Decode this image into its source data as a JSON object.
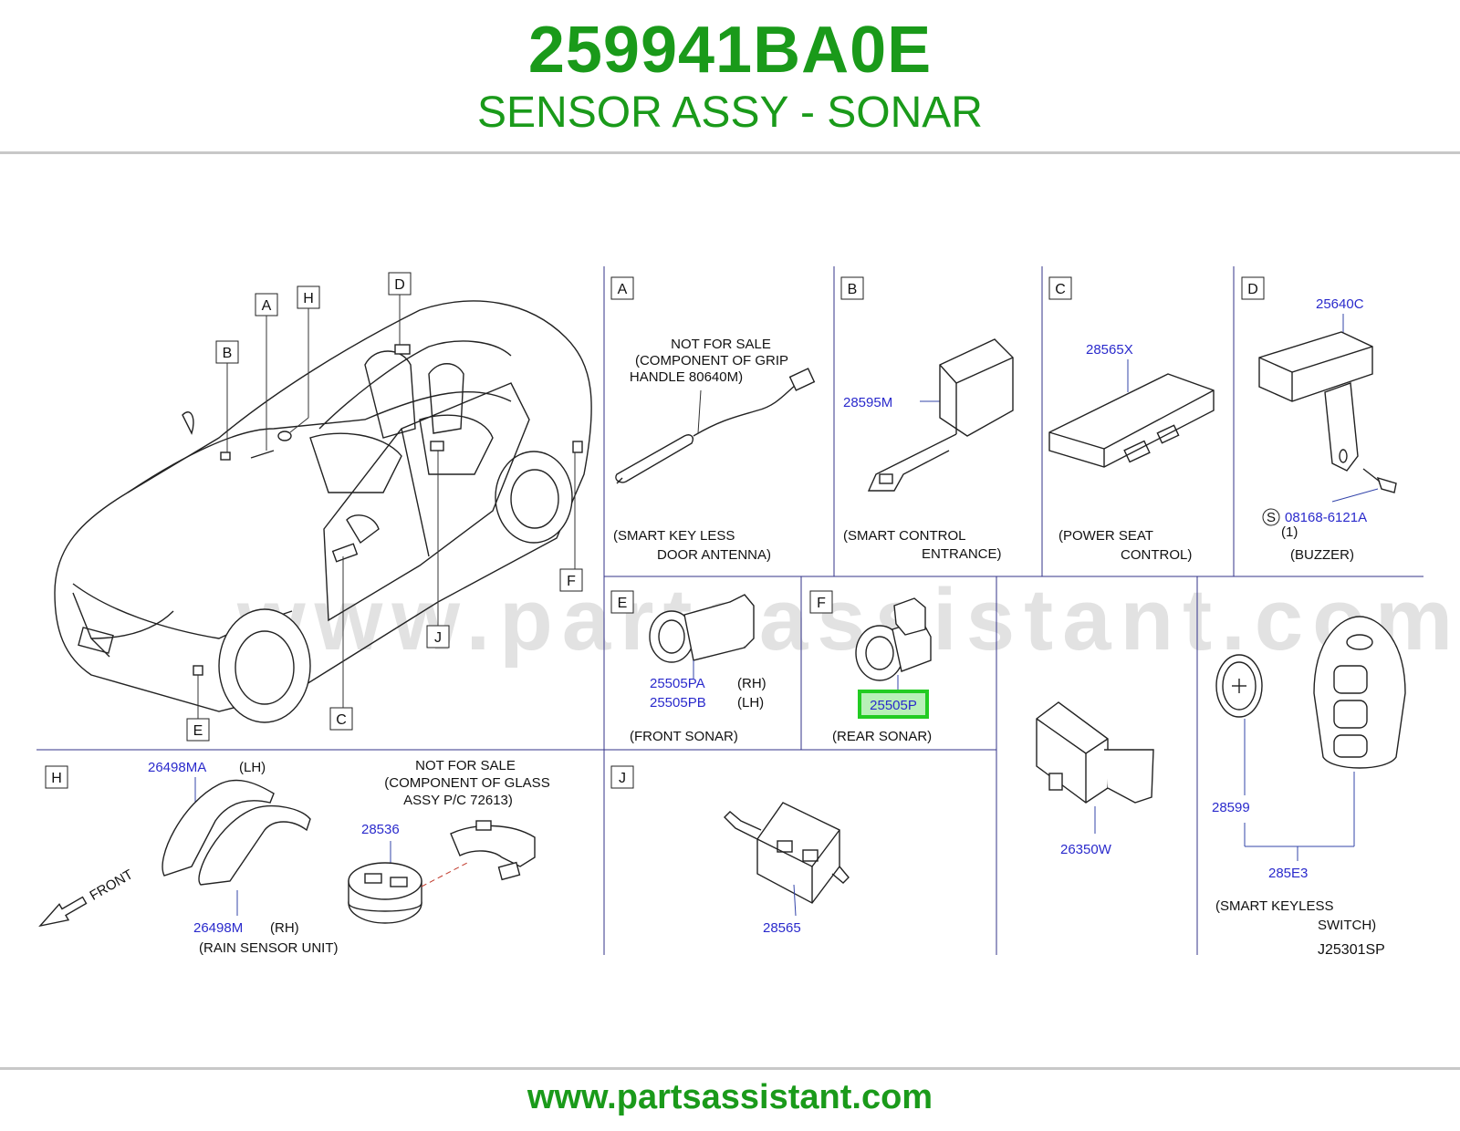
{
  "header": {
    "part_number": "259941BA0E",
    "part_name": "SENSOR ASSY - SONAR"
  },
  "footer": {
    "url": "www.partsassistant.com"
  },
  "watermark": "www.partsassistant.com",
  "overview": {
    "callouts": [
      "A",
      "H",
      "D",
      "B",
      "F",
      "J",
      "C",
      "E"
    ]
  },
  "panels": {
    "a": {
      "letter": "A",
      "note": [
        "NOT  FOR  SALE",
        "(COMPONENT  OF  GRIP",
        "HANDLE  80640M)"
      ],
      "caption": [
        "(SMART  KEY  LESS",
        "DOOR  ANTENNA)"
      ]
    },
    "b": {
      "letter": "B",
      "part": "28595M",
      "caption": [
        "(SMART   CONTROL",
        "ENTRANCE)"
      ]
    },
    "c": {
      "letter": "C",
      "part": "28565X",
      "caption": [
        "(POWER   SEAT",
        "CONTROL)"
      ]
    },
    "d": {
      "letter": "D",
      "part": "25640C",
      "screw_symbol": "S",
      "screw_part": "08168-6121A",
      "screw_qty": "(1)",
      "caption": "(BUZZER)"
    },
    "e": {
      "letter": "E",
      "part_rh": "25505PA",
      "side_rh": "(RH)",
      "part_lh": "25505PB",
      "side_lh": "(LH)",
      "caption": "(FRONT   SONAR)"
    },
    "f": {
      "letter": "F",
      "part": "25505P",
      "caption": "(REAR   SONAR)"
    },
    "g": {
      "part": "26350W"
    },
    "k": {
      "part_battery": "28599",
      "part_assy": "285E3",
      "caption": [
        "(SMART   KEYLESS",
        "SWITCH)"
      ],
      "ref": "J25301SP"
    },
    "h": {
      "letter": "H",
      "part_lh": "26498MA",
      "side_lh": "(LH)",
      "part_rh": "26498M",
      "side_rh": "(RH)",
      "note": [
        "NOT  FOR  SALE",
        "(COMPONENT  OF  GLASS",
        "ASSY  P/C  72613)"
      ],
      "part_sensor": "28536",
      "front_label": "FRONT",
      "caption": "(RAIN   SENSOR   UNIT)"
    },
    "j": {
      "letter": "J",
      "part": "28565"
    }
  },
  "colors": {
    "title_green": "#1a9a1a",
    "part_blue": "#2a2acc",
    "highlight_green": "#22cc22",
    "highlight_fill": "#b8f0b8"
  }
}
